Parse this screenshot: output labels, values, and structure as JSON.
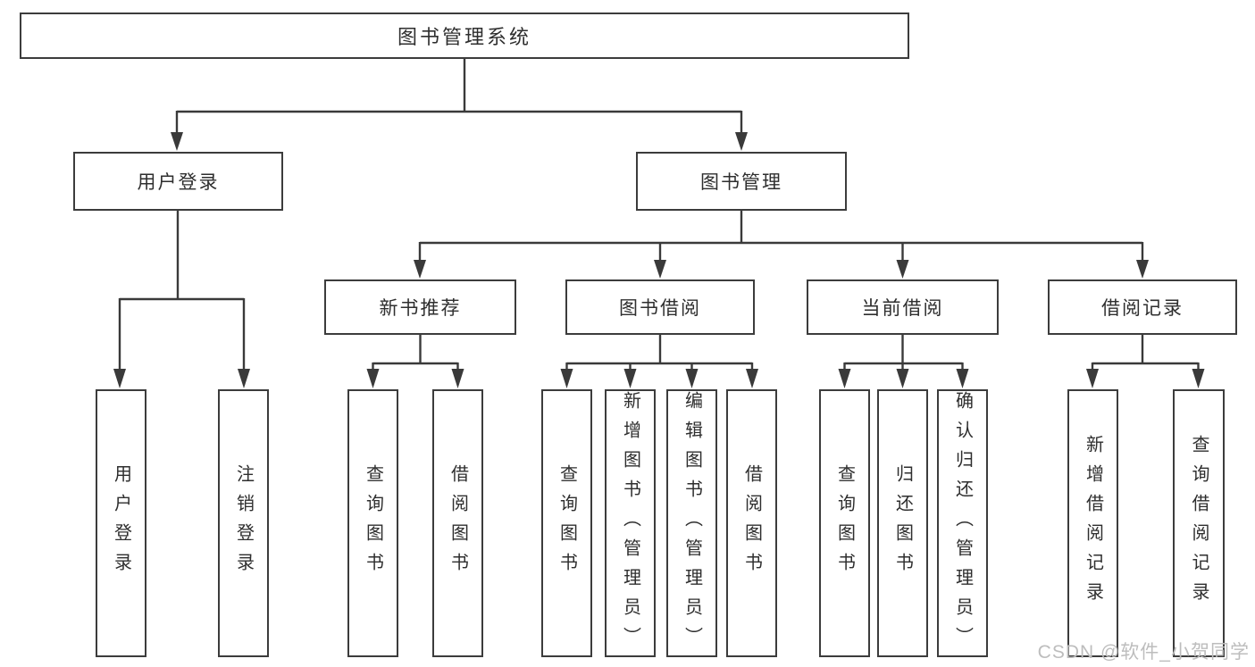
{
  "diagram_type": "hierarchy-tree",
  "nodes": {
    "root": "图书管理系统",
    "login": {
      "label": "用户登录",
      "leaves": [
        "用户登录",
        "注销登录"
      ]
    },
    "mgmt": {
      "label": "图书管理"
    },
    "recommend": {
      "label": "新书推荐",
      "leaves": [
        "查询图书",
        "借阅图书"
      ]
    },
    "borrow": {
      "label": "图书借阅",
      "leaves": [
        "查询图书",
        "新增图书（管理员）",
        "编辑图书（管理员）",
        "借阅图书"
      ]
    },
    "current": {
      "label": "当前借阅",
      "leaves": [
        "查询图书",
        "归还图书",
        "确认归还（管理员）"
      ]
    },
    "records": {
      "label": "借阅记录",
      "leaves": [
        "新增借阅记录",
        "查询借阅记录"
      ]
    }
  },
  "watermark": "CSDN @软件_小贺同学",
  "colors": {
    "border": "#3c3c3c",
    "line": "#3a3a3a",
    "text": "#2e2e2e",
    "watermark": "#bdbdbd",
    "background": "#ffffff"
  }
}
